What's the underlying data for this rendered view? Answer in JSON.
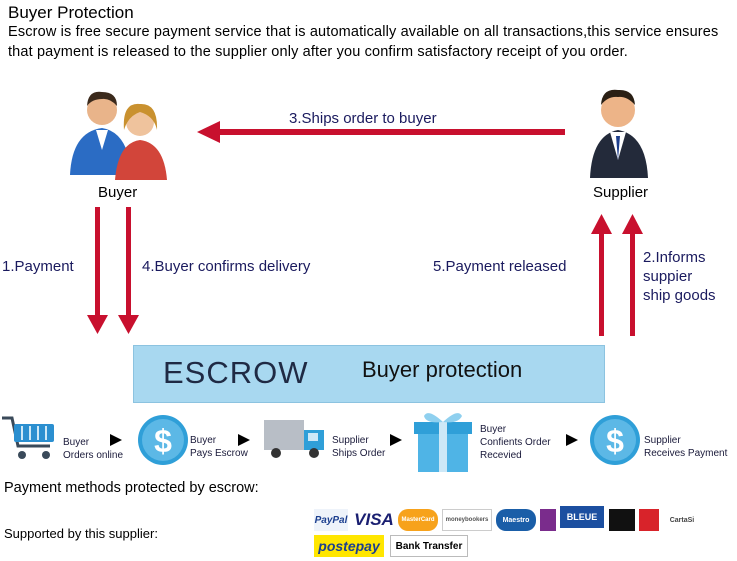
{
  "header": {
    "title": "Buyer Protection",
    "description": "Escrow is free secure payment service that is automatically available on all transactions,this service ensures that payment is released to the supplier only after you confirm satisfactory receipt of you order."
  },
  "actors": {
    "buyer": "Buyer",
    "supplier": "Supplier"
  },
  "flow": {
    "step1": "1.Payment",
    "step2_lines": [
      "2.Informs",
      "suppier",
      "ship goods"
    ],
    "step3": "3.Ships order to buyer",
    "step4": "4.Buyer confirms delivery",
    "step5": "5.Payment released"
  },
  "escrow_banner": {
    "brand": "ESCROW",
    "tagline": "Buyer protection"
  },
  "process": [
    {
      "lines": [
        "Buyer",
        "Orders online"
      ],
      "icon": "shopping-cart-icon"
    },
    {
      "lines": [
        "Buyer",
        "Pays Escrow"
      ],
      "icon": "dollar-coin-icon"
    },
    {
      "lines": [
        "Supplier",
        "Ships Order"
      ],
      "icon": "delivery-truck-icon"
    },
    {
      "lines": [
        "Buyer",
        "Confients Order",
        "Recevied"
      ],
      "icon": "gift-box-icon"
    },
    {
      "lines": [
        "Supplier",
        "Receives Payment"
      ],
      "icon": "dollar-coin-icon"
    }
  ],
  "payment": {
    "title": "Payment methods protected by escrow:",
    "supported": "Supported by this supplier:",
    "logos_row1": [
      "PayPal",
      "VISA",
      "MasterCard",
      "moneybookers",
      "Maestro",
      "",
      "BLEUE",
      "",
      "",
      "CartaSi"
    ],
    "logos_row2": [
      "postepay",
      "Bank Transfer"
    ]
  },
  "colors": {
    "arrow": "#c8102e",
    "banner": "#a8d8f0",
    "coin": "#2f9fd8"
  }
}
